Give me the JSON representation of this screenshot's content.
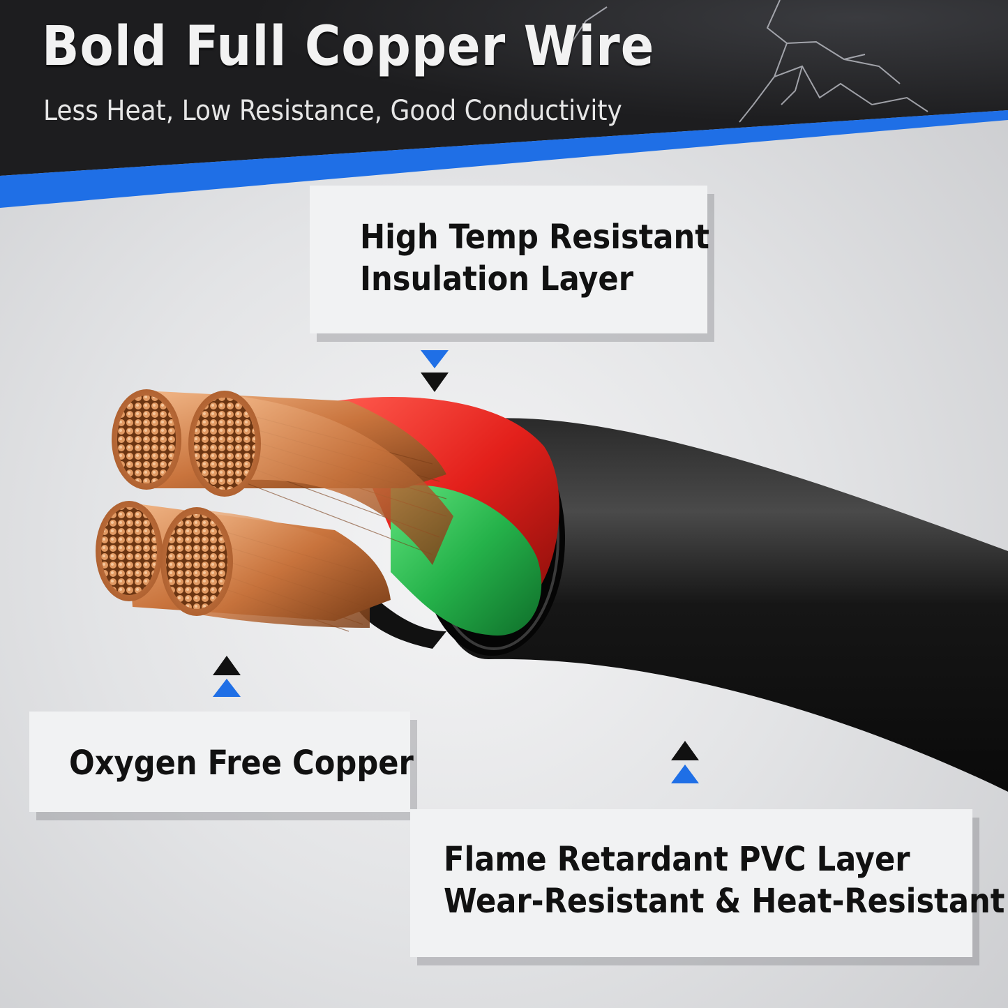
{
  "header": {
    "title": "Bold Full Copper Wire",
    "subtitle": "Less Heat, Low Resistance, Good Conductivity"
  },
  "callouts": {
    "insulation": {
      "line1": "High Temp Resistant",
      "line2": "Insulation Layer"
    },
    "copper": {
      "line1": "Oxygen Free Copper"
    },
    "pvc": {
      "line1": "Flame Retardant PVC Layer",
      "line2": "Wear-Resistant & Heat-Resistant"
    }
  },
  "colors": {
    "header_bg": "#1f1f1f",
    "accent_blue": "#1f6fe6",
    "copper": "#c9743d",
    "wire_red": "#e3201b",
    "wire_green": "#25b24a",
    "jacket_black": "#141414"
  },
  "icons": [
    "lightning-decoration",
    "arrow-down-icon",
    "arrow-up-icon"
  ]
}
